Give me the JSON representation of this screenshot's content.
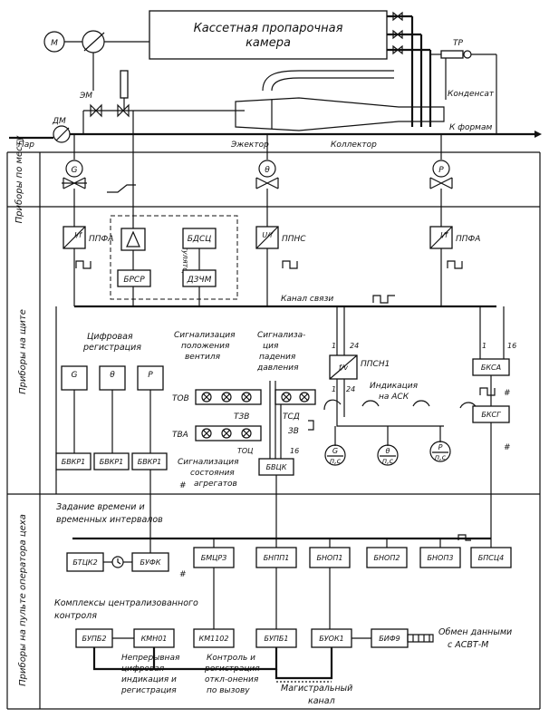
{
  "top": {
    "chamber": [
      "Кассетная пропарочная",
      "камера"
    ],
    "motor": "М",
    "em": "ЭМ",
    "dm": "ДМ",
    "tr": "ТР",
    "steam": "Пар",
    "ejector": "Эжектор",
    "collector": "Коллектор",
    "condensate": "Конденсат",
    "to_forms": "К формам"
  },
  "sections": {
    "local": "Приборы по месту",
    "panel": "Приборы на щите",
    "console": "Приборы на пульте оператора цеха"
  },
  "sensors": {
    "g": "G",
    "theta": "θ",
    "p": "P"
  },
  "converters": {
    "ppfa1": "ППФА",
    "ppnc": "ППНС",
    "ppfa2": "ППФА",
    "uf": "U/f",
    "if": "I/f"
  },
  "regulator": {
    "label": "Регулятор",
    "brsr": "БРСР",
    "bdsc": "БДСЦ",
    "dzchm": "ДЗЧМ"
  },
  "channel": "Канал связи",
  "digital_reg": [
    "Цифровая",
    "регистрация"
  ],
  "indicators": {
    "g": "G",
    "theta": "θ",
    "p": "P"
  },
  "bvkr": [
    "БВКР1",
    "БВКР1",
    "БВКР1"
  ],
  "valve_sig": [
    "Сигнализация",
    "положения",
    "вентиля"
  ],
  "pressure_sig": [
    "Сигнализа-",
    "ция",
    "падения",
    "давления"
  ],
  "tov": "ТОВ",
  "tva": "ТВА",
  "tzv": "ТЗВ",
  "tsd": "ТСД",
  "zv": "ЗВ",
  "toc": "ТОЦ",
  "n16a": "16",
  "n16b": "16",
  "agg_sig": [
    "Сигнализация",
    "состояния",
    "агрегатов"
  ],
  "bvck": "БВЦК",
  "ppsn": "ППСН1",
  "fv": "f/v",
  "n1a": "1",
  "n24a": "24",
  "n1b": "1",
  "n24b": "24",
  "ask": [
    "Индикация",
    "на АСК"
  ],
  "gauges": [
    {
      "top": "G",
      "bot": "п,с"
    },
    {
      "top": "θ",
      "bot": "п,с"
    },
    {
      "top": "P",
      "bot": "п,с"
    }
  ],
  "bksa": "БКСА",
  "bksg": "БКСГ",
  "n1c": "1",
  "time_set": [
    "Задание времени и",
    "временных интервалов"
  ],
  "row1": [
    "БТЦК2",
    "БУФК",
    "БМЦРЗ",
    "БНПП1",
    "БНОП1",
    "БНОП2",
    "БНОП3",
    "БПСЦ4"
  ],
  "complexes": [
    "Комплексы централизованного",
    "контроля"
  ],
  "row2": [
    "БУПБ2",
    "КМН01",
    "КМ1102",
    "БУПБ1",
    "БУОК1",
    "БИФ9"
  ],
  "exchange": [
    "Обмен данными",
    "с АСВТ-М"
  ],
  "cont": [
    "Непрерывная",
    "цифровая",
    "индикация и",
    "регистрация"
  ],
  "ctrl": [
    "Контроль и",
    "регистрация",
    "откл-онения",
    "по вызову"
  ],
  "mainline": [
    "Магистральный",
    "канал"
  ]
}
